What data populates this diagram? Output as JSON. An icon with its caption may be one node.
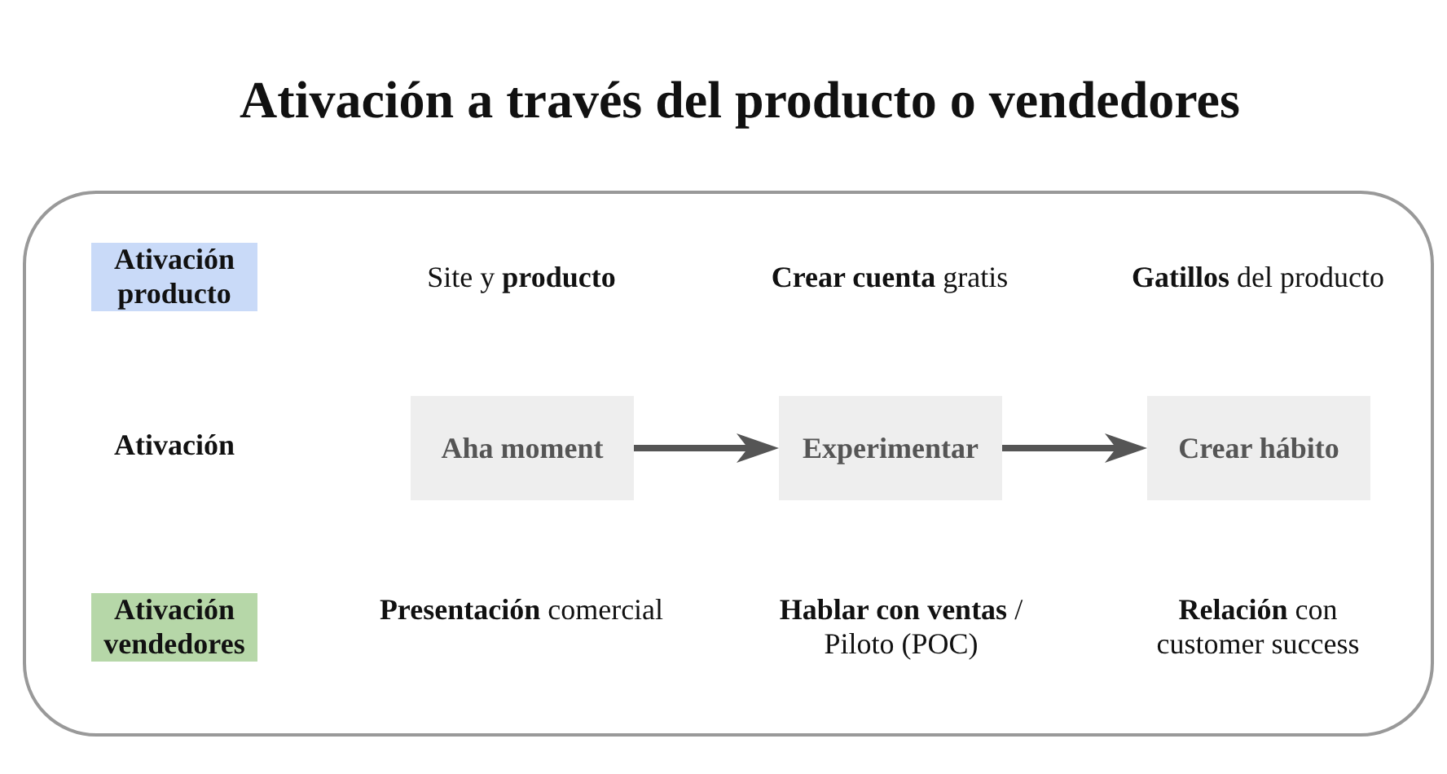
{
  "diagram": {
    "title": "Ativación a través del producto o vendedores",
    "nodes": [
      {
        "text": [],
        "shape": "box"
      },
      {
        "text": [
          "Aha moment"
        ],
        "in": 0
      },
      {
        "text": [
          "Experimentar"
        ],
        "in": 0
      },
      {
        "text": [
          "Crear hábito"
        ],
        "in": 0
      }
    ],
    "edges": [
      {
        "from": 1,
        "to": 2,
        "arrow": "to"
      },
      {
        "from": 2,
        "to": 3,
        "arrow": "to"
      }
    ],
    "labels": [
      "Ativación producto",
      "Site y **producto**",
      "**Crear cuenta** gratis",
      "**Gatillos** del producto",
      "Ativación",
      "Ativación vendedores",
      "**Presentación** comercial",
      "**Hablar con ventas** / Piloto (POC)",
      "**Relación** con customer success"
    ]
  }
}
